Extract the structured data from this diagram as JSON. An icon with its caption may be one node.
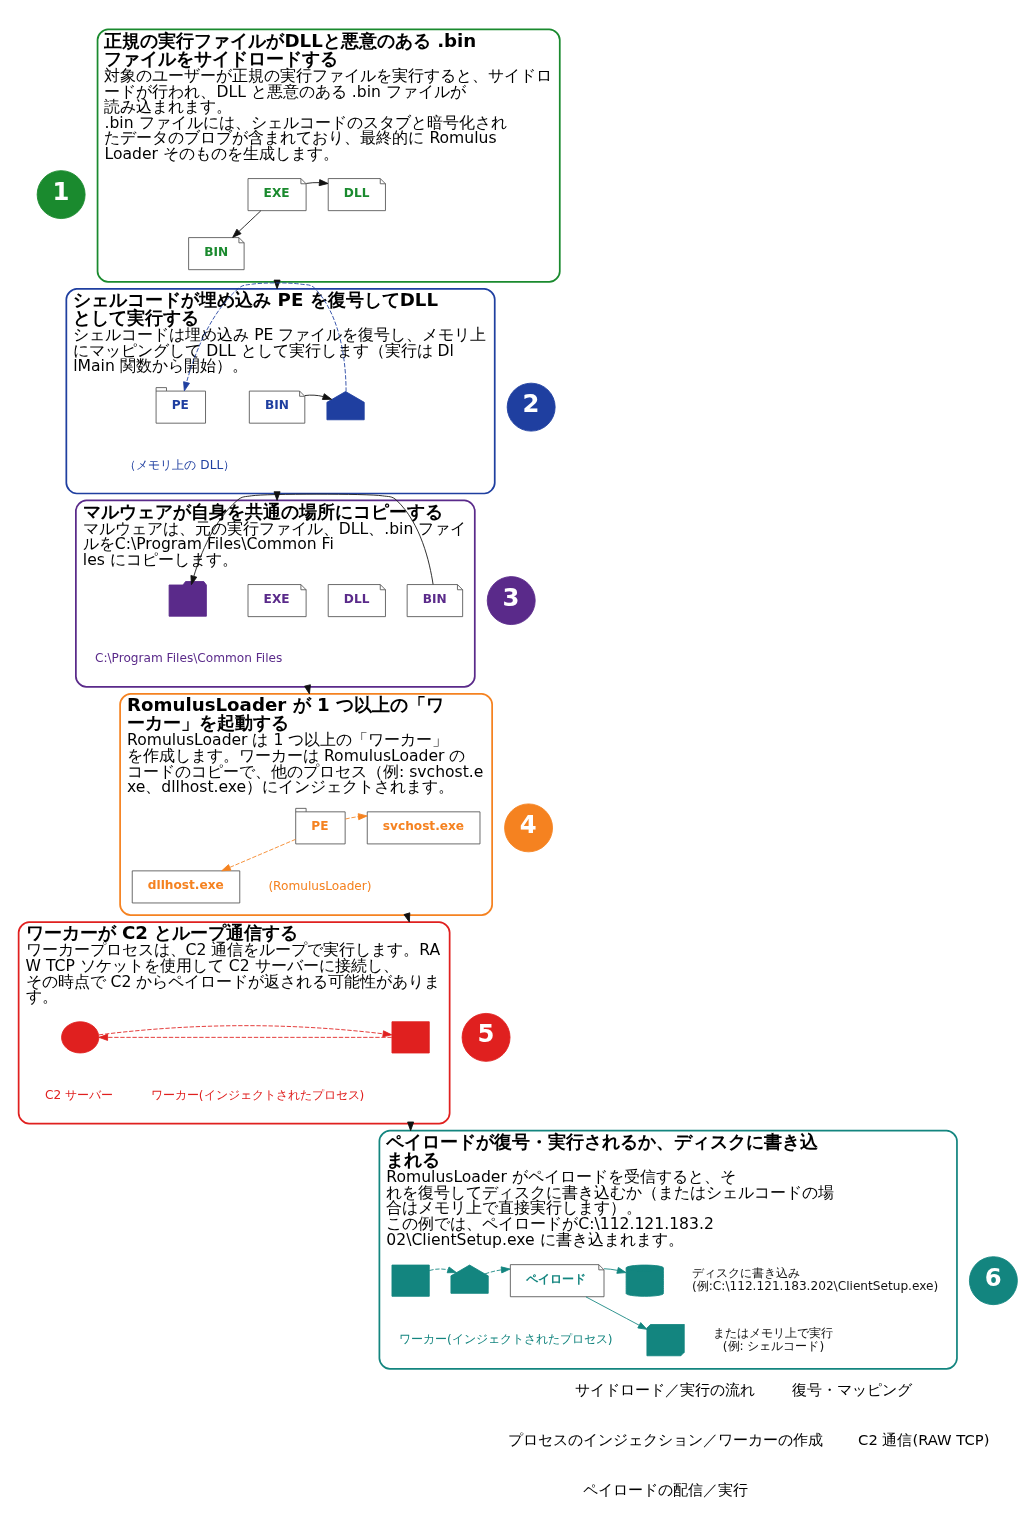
{
  "diagram": {
    "nodes": [
      {
        "text": [
          "1"
        ]
      },
      {
        "text": [
          "正規の実行ファイルがDLLと悪意のある .bin ファイルをサイドロードする",
          "対象のユーザーが正規の実行ファイルを実行すると、サイドロードが行われ、DLL と悪意のある .bin ファイルが読み込まれます。",
          ".bin ファイルには、シェルコードのスタブと暗号化されたデータのブロブが含まれており、最終的に RomulusLoader そのものを生成します。"
        ]
      },
      {
        "text": [
          "EXE"
        ],
        "in": 1
      },
      {
        "text": [
          "DLL"
        ],
        "in": 1
      },
      {
        "text": [
          "BIN"
        ],
        "in": 1
      },
      {
        "text": [
          "2"
        ]
      },
      {
        "text": [
          "シェルコードが埋め込み PE を復号してDLL として実行する",
          "シェルコードは埋め込み PE ファイルを復号し、メモリ上にマッピングして DLL として実行します（実行は DllMain 関数から開始）。"
        ]
      },
      {
        "text": [
          "BIN"
        ],
        "in": 6
      },
      {
        "text": [],
        "shape": "lock",
        "in": 6
      },
      {
        "text": [
          "PE"
        ],
        "in": 6,
        "beside": [
          "（メモリ上の DLL）"
        ]
      },
      {
        "text": [
          "3"
        ]
      },
      {
        "text": [
          "マルウェアが自身を共通の場所にコピーする",
          "マルウェアは、元の実行ファイル、DLL、.bin ファイルをC:\\Program Files\\Common Files にコピーします。"
        ]
      },
      {
        "text": [
          "EXE"
        ],
        "in": 11
      },
      {
        "text": [
          "DLL"
        ],
        "in": 11
      },
      {
        "text": [
          "BIN"
        ],
        "in": 11
      },
      {
        "text": [],
        "shape": "folder",
        "in": 11,
        "beside": [
          "C:\\Program Files\\Common Files"
        ]
      },
      {
        "text": [
          "4"
        ]
      },
      {
        "text": [
          "RomulusLoader が 1 つ以上の「ワーカー」を起動する",
          "RomulusLoader は 1 つ以上の「ワーカー」を作成します。ワーカーは RomulusLoader のコードのコピーで、他のプロセス（例: svchost.exe、dllhost.exe）にインジェクトされます。"
        ]
      },
      {
        "text": [
          "PE"
        ],
        "in": 17,
        "beside": [
          "(RomulusLoader)"
        ]
      },
      {
        "text": [
          "svchost.exe"
        ],
        "in": 17
      },
      {
        "text": [
          "dllhost.exe"
        ],
        "in": 17
      },
      {
        "text": [
          "5"
        ]
      },
      {
        "text": [
          "ワーカーが C2 とループ通信する",
          "ワーカープロセスは、C2 通信をループで実行します。RAW TCP ソケットを使用して C2 サーバーに接続し、その時点で C2 からペイロードが返される可能性があります。"
        ]
      },
      {
        "text": [],
        "shape": "box",
        "in": 22,
        "beside": [
          "ワーカー(インジェクトされたプロセス)"
        ]
      },
      {
        "text": [],
        "shape": "cloud",
        "in": 22,
        "beside": [
          "C2 サーバー"
        ]
      },
      {
        "text": [
          "6"
        ]
      },
      {
        "text": [
          "ペイロードが復号・実行されるか、ディスクに書き込まれる",
          "RomulusLoader がペイロードを受信すると、それを復号してディスクに書き込むか（またはシェルコードの場合はメモリ上で直接実行します）。",
          "この例では、ペイロードがC:\\112.121.183.202\\ClientSetup.exe に書き込まれます。"
        ]
      },
      {
        "text": [],
        "shape": "box",
        "in": 26,
        "beside": [
          "ワーカー(インジェクトされたプロセス)"
        ]
      },
      {
        "text": [],
        "shape": "lock",
        "in": 26
      },
      {
        "text": [
          "ペイロード"
        ],
        "in": 26
      },
      {
        "text": [],
        "shape": "cylinder",
        "in": 26,
        "beside": [
          "ディスクに書き込み",
          "(例:C:\\112.121.183.202\\ClientSetup.exe)"
        ]
      },
      {
        "text": [],
        "shape": "chip",
        "in": 26,
        "beside": [
          "またはメモリ上で実行",
          "(例: シェルコード)"
        ]
      }
    ],
    "edges": [
      {
        "from": 2,
        "to": 3,
        "arrow": "to"
      },
      {
        "from": 2,
        "to": 4,
        "arrow": "to"
      },
      {
        "from": 1,
        "to": 6,
        "arrow": "to"
      },
      {
        "from": 7,
        "to": 8,
        "arrow": "to"
      },
      {
        "from": 8,
        "to": 9,
        "arrow": "to",
        "style": "dashed",
        "color": "#1f3fa0"
      },
      {
        "from": 6,
        "to": 11,
        "arrow": "to"
      },
      {
        "from": 14,
        "to": 15,
        "arrow": "to"
      },
      {
        "from": 11,
        "to": 17,
        "arrow": "to"
      },
      {
        "from": 18,
        "to": 19,
        "arrow": "to",
        "style": "dashed",
        "color": "#f58220"
      },
      {
        "from": 18,
        "to": 20,
        "arrow": "to",
        "style": "dashed",
        "color": "#f58220"
      },
      {
        "from": 17,
        "to": 22,
        "arrow": "to"
      },
      {
        "from": 23,
        "to": 24,
        "arrow": "to",
        "style": "dashed",
        "color": "#e0201f"
      },
      {
        "from": 24,
        "to": 23,
        "arrow": "to",
        "style": "dashed",
        "color": "#e0201f"
      },
      {
        "from": 22,
        "to": 26,
        "arrow": "to"
      },
      {
        "from": 27,
        "to": 28,
        "arrow": "to",
        "style": "dashed",
        "color": "#13857f"
      },
      {
        "from": 28,
        "to": 29,
        "arrow": "to",
        "style": "dashed",
        "color": "#13857f"
      },
      {
        "from": 29,
        "to": 30,
        "arrow": "to",
        "color": "#13857f"
      },
      {
        "from": 29,
        "to": 31,
        "arrow": "to",
        "color": "#13857f"
      }
    ],
    "legend": [
      {
        "text": "サイドロード／実行の流れ"
      },
      {
        "text": "復号・マッピング"
      },
      {
        "text": "プロセスのインジェクション／ワーカーの作成"
      },
      {
        "text": "C2 通信(RAW TCP)"
      },
      {
        "text": "ペイロードの配信／実行"
      }
    ]
  }
}
